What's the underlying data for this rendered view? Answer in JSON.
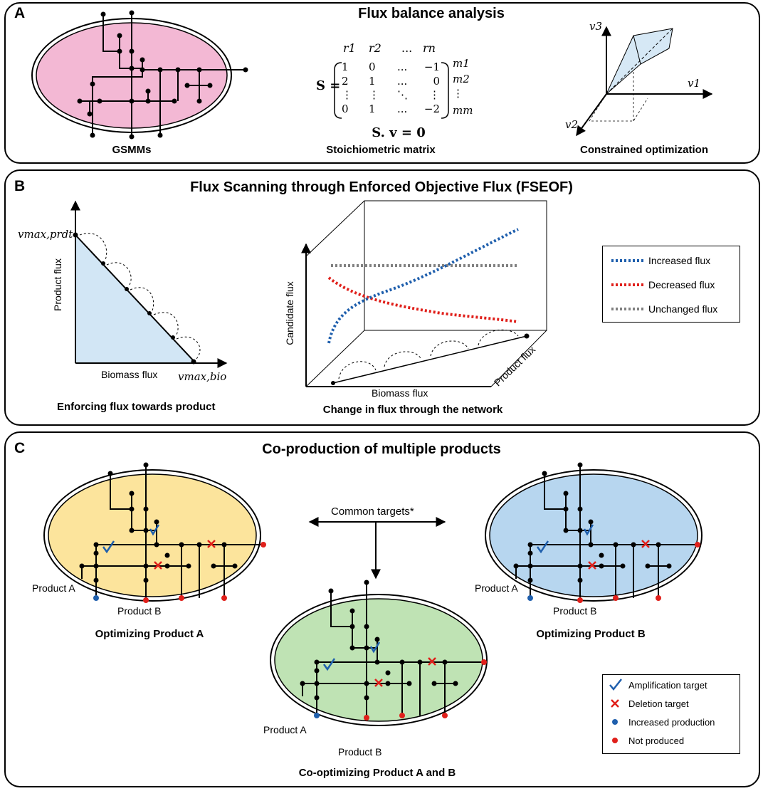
{
  "panel_a": {
    "letter": "A",
    "title": "Flux balance analysis",
    "gsmm_caption": "GSMMs",
    "matrix": {
      "label": "S",
      "col_headers": [
        "r1",
        "r2",
        "...",
        "rn"
      ],
      "rows": [
        [
          "1",
          "0",
          "...",
          "−1"
        ],
        [
          "2",
          "1",
          "...",
          "0"
        ],
        [
          "⋮",
          "⋮",
          "⋱",
          "⋮"
        ],
        [
          "0",
          "1",
          "...",
          "−2"
        ]
      ],
      "row_headers": [
        "m1",
        "m2",
        "⋮",
        "mm"
      ],
      "equation": "S. v = 0",
      "caption": "Stoichiometric matrix"
    },
    "opt_axes": [
      "v1",
      "v2",
      "v3"
    ],
    "opt_caption": "Constrained optimization"
  },
  "panel_b": {
    "letter": "B",
    "title": "Flux Scanning through Enforced Objective Flux (FSEOF)",
    "left": {
      "y_label": "Product flux",
      "x_label": "Biomass flux",
      "vmax_prdt": "vmax,prdt",
      "vmax_bio": "vmax,bio",
      "caption": "Enforcing flux towards product"
    },
    "right": {
      "y_label": "Candidate flux",
      "x_label": "Biomass flux",
      "z_label": "Product flux",
      "caption": "Change in flux through the network"
    },
    "legend": [
      {
        "label": "Increased flux",
        "color": "#1f5fad"
      },
      {
        "label": "Decreased flux",
        "color": "#e0201b"
      },
      {
        "label": "Unchanged flux",
        "color": "#808080"
      }
    ]
  },
  "panel_c": {
    "letter": "C",
    "title": "Co-production of multiple products",
    "common_targets": "Common targets*",
    "product_a": "Product A",
    "product_b": "Product B",
    "captions": [
      "Optimizing Product A",
      "Optimizing Product B",
      "Co-optimizing Product A and B"
    ],
    "cell_colors": [
      "#fce49c",
      "#b7d6ef",
      "#bfe3b4"
    ],
    "gsmm_color": "#f3b8d4",
    "legend": [
      {
        "label": "Amplification target",
        "icon": "check-icon",
        "color": "#1f5fad"
      },
      {
        "label": "Deletion target",
        "icon": "cross-icon",
        "color": "#e0201b"
      },
      {
        "label": "Increased production",
        "icon": "dot-icon",
        "color": "#1f5fad"
      },
      {
        "label": "Not produced",
        "icon": "dot-icon",
        "color": "#e0201b"
      }
    ]
  }
}
